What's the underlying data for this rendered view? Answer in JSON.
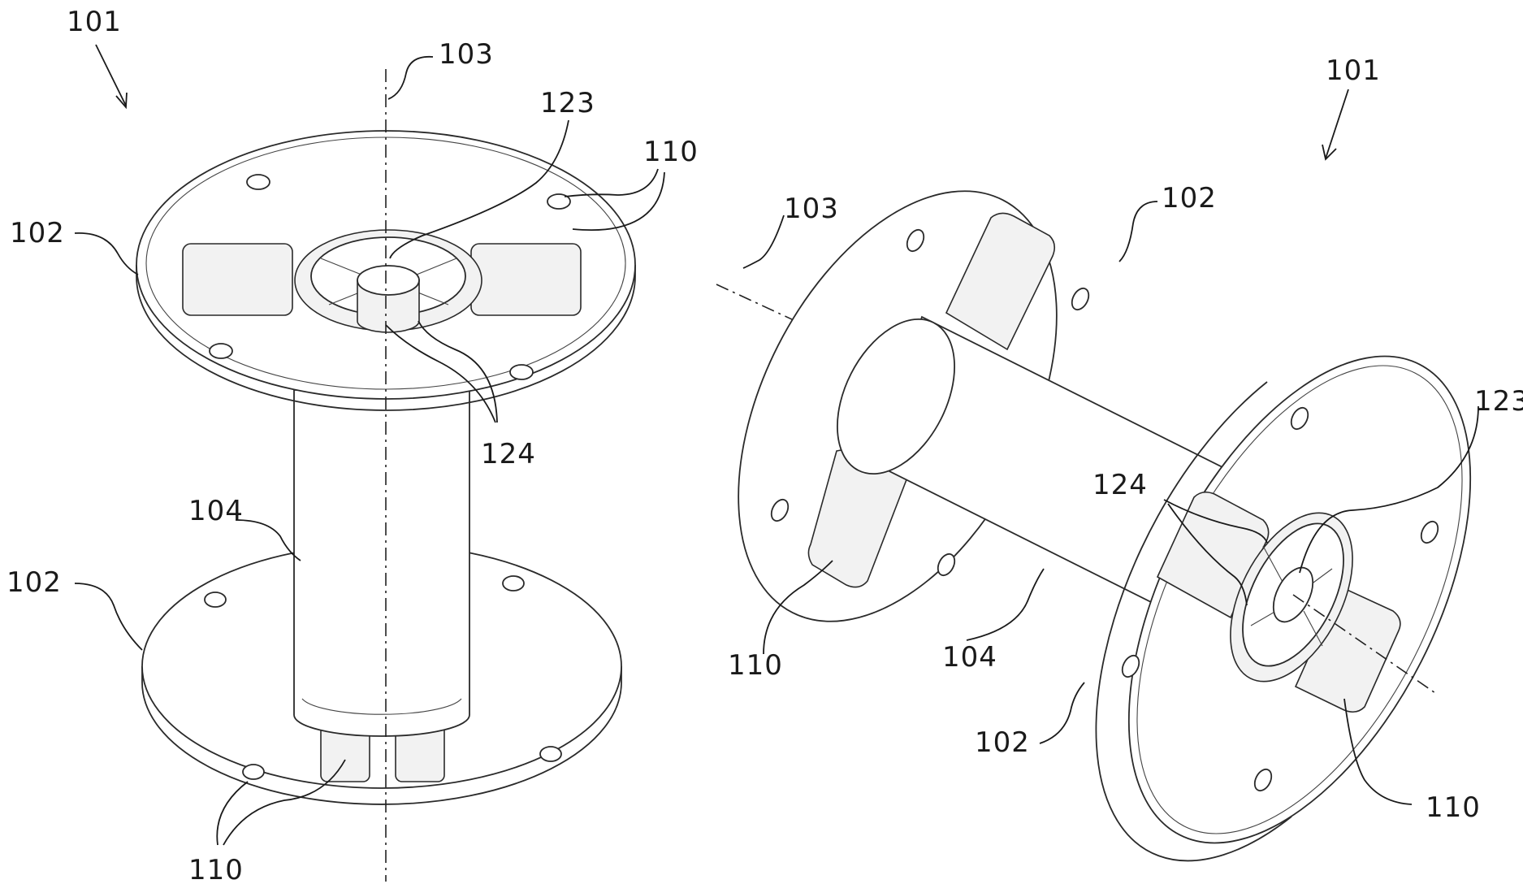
{
  "labels": {
    "left_assembly": "101",
    "right_assembly": "101",
    "left_axis": "103",
    "right_axis": "103",
    "left_center_bore": "123",
    "right_center_bore": "123",
    "left_top_slots": "110",
    "left_bottom_slots": "110",
    "right_left_slot": "110",
    "right_right_slot": "110",
    "left_top_flange": "102",
    "left_bottom_flange": "102",
    "right_back_flange": "102",
    "right_front_flange": "102",
    "left_spokes": "124",
    "right_spokes": "124",
    "left_core": "104",
    "right_core": "104"
  }
}
